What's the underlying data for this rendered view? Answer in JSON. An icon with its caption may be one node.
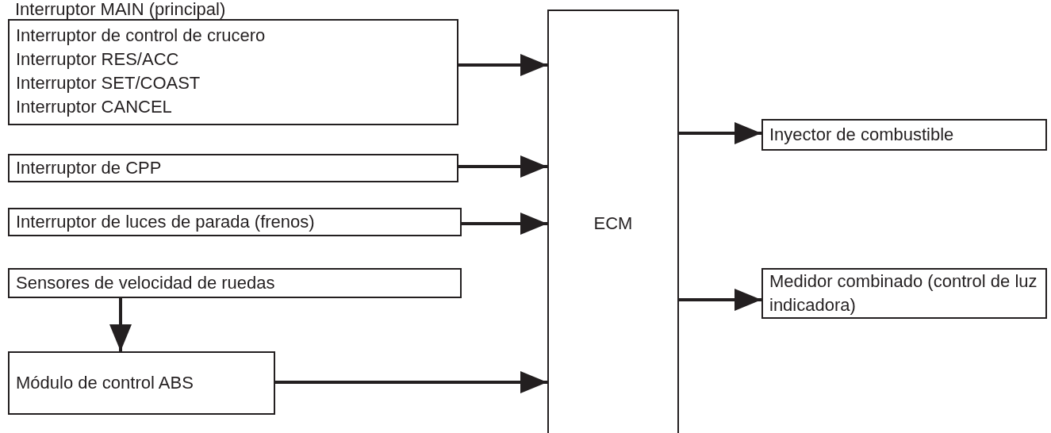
{
  "diagram": {
    "nodes": [
      {
        "text": [
          "Interruptor MAIN (principal)",
          "Interruptor de control de crucero",
          "Interruptor RES/ACC",
          "Interruptor SET/COAST",
          "Interruptor CANCEL"
        ]
      },
      {
        "text": [
          "Interruptor de CPP"
        ]
      },
      {
        "text": [
          "Interruptor de luces de parada (frenos)"
        ]
      },
      {
        "text": [
          "Sensores de velocidad de ruedas"
        ]
      },
      {
        "text": [
          "Módulo de control ABS"
        ]
      },
      {
        "text": [
          "ECM"
        ]
      },
      {
        "text": [
          "Inyector de combustible"
        ]
      },
      {
        "text": [
          "Medidor combinado (control de luz indicadora)"
        ]
      }
    ],
    "edges": [
      {
        "from": 0,
        "to": 5,
        "arrow": "to"
      },
      {
        "from": 1,
        "to": 5,
        "arrow": "to"
      },
      {
        "from": 2,
        "to": 5,
        "arrow": "to"
      },
      {
        "from": 3,
        "to": 4,
        "arrow": "to"
      },
      {
        "from": 4,
        "to": 5,
        "arrow": "to"
      },
      {
        "from": 5,
        "to": 6,
        "arrow": "to"
      },
      {
        "from": 5,
        "to": 7,
        "arrow": "to"
      }
    ]
  }
}
